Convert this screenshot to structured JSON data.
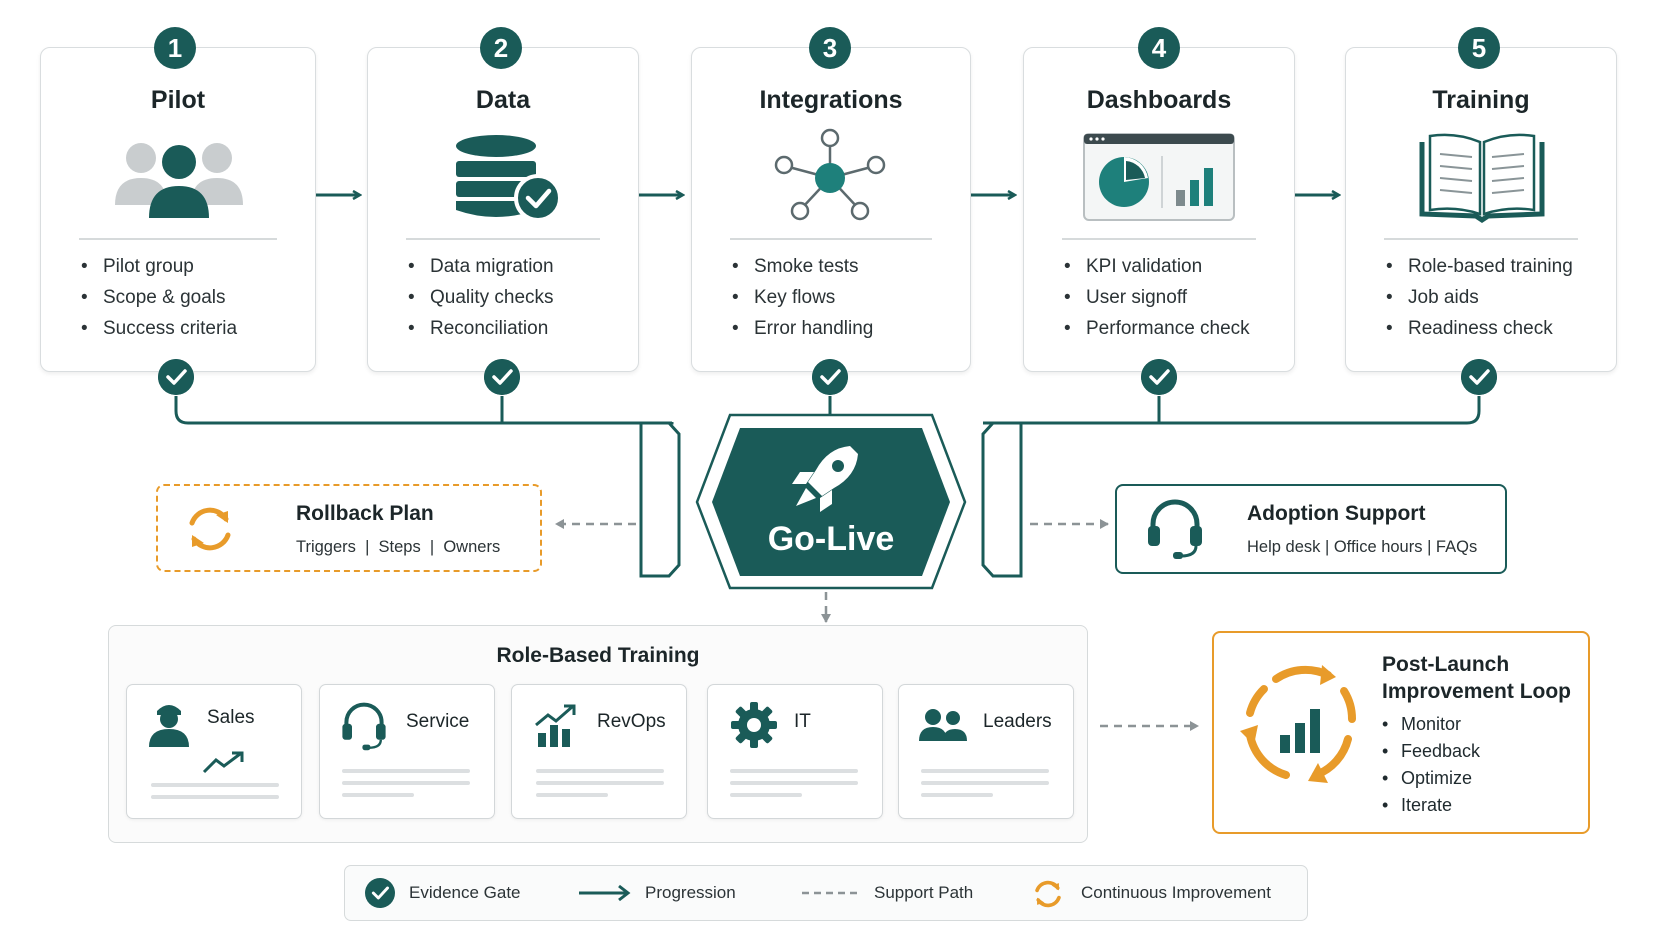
{
  "steps": [
    {
      "number": "1",
      "title": "Pilot",
      "items": [
        "Pilot group",
        "Scope & goals",
        "Success criteria"
      ],
      "icon": "people-icon"
    },
    {
      "number": "2",
      "title": "Data",
      "items": [
        "Data migration",
        "Quality checks",
        "Reconciliation"
      ],
      "icon": "database-check-icon"
    },
    {
      "number": "3",
      "title": "Integrations",
      "items": [
        "Smoke tests",
        "Key flows",
        "Error handling"
      ],
      "icon": "network-icon"
    },
    {
      "number": "4",
      "title": "Dashboards",
      "items": [
        "KPI validation",
        "User signoff",
        "Performance check"
      ],
      "icon": "dashboard-icon"
    },
    {
      "number": "5",
      "title": "Training",
      "items": [
        "Role-based training",
        "Job aids",
        "Readiness check"
      ],
      "icon": "book-icon"
    }
  ],
  "golive": {
    "label": "Go-Live",
    "icon": "rocket-icon"
  },
  "rollback": {
    "title": "Rollback Plan",
    "sub": "Triggers  |  Steps  |  Owners",
    "icon": "refresh-icon"
  },
  "adoption": {
    "title": "Adoption Support",
    "sub": "Help desk | Office hours | FAQs",
    "icon": "headset-icon"
  },
  "role_training": {
    "title": "Role-Based Training",
    "roles": [
      {
        "label": "Sales",
        "icon": "salesperson-icon"
      },
      {
        "label": "Service",
        "icon": "headset-icon"
      },
      {
        "label": "RevOps",
        "icon": "growth-chart-icon"
      },
      {
        "label": "IT",
        "icon": "gear-icon"
      },
      {
        "label": "Leaders",
        "icon": "group-icon"
      }
    ]
  },
  "post_launch": {
    "title_line1": "Post-Launch",
    "title_line2": "Improvement Loop",
    "items": [
      "Monitor",
      "Feedback",
      "Optimize",
      "Iterate"
    ],
    "icon": "cycle-chart-icon"
  },
  "legend": [
    {
      "label": "Evidence Gate",
      "icon": "check-icon"
    },
    {
      "label": "Progression",
      "icon": "arrow-icon"
    },
    {
      "label": "Support Path",
      "icon": "dashed-line-icon"
    },
    {
      "label": "Continuous Improvement",
      "icon": "cycle-icon"
    }
  ],
  "colors": {
    "teal": "#1a5b58",
    "orange": "#e89b2a",
    "gray": "#d9dddf"
  }
}
